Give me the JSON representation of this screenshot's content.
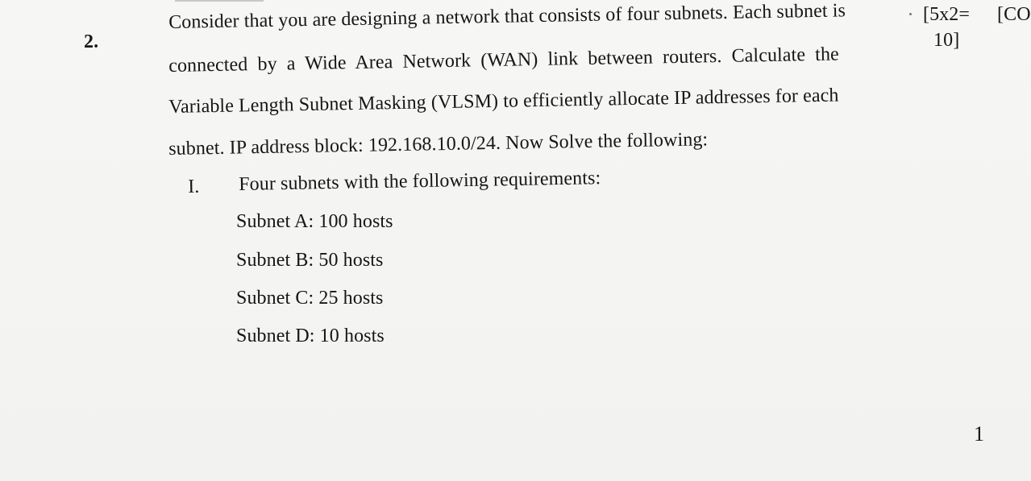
{
  "question": {
    "number": "2.",
    "lines": [
      "Consider that you are designing a network that consists of four subnets. Each subnet is",
      "connected by a Wide Area Network (WAN) link between routers. Calculate the",
      "Variable Length Subnet Masking (VLSM) to efficiently allocate IP addresses for each",
      "subnet. IP address block: 192.168.10.0/24. Now Solve the following:"
    ],
    "marks_line1": "[5x2=",
    "marks_line2": "10]",
    "co_label": "[CO"
  },
  "part": {
    "numeral": "I.",
    "title": "Four subnets with the following requirements:",
    "subnets": [
      "Subnet A: 100 hosts",
      "Subnet B: 50 hosts",
      "Subnet C: 25 hosts",
      "Subnet D: 10 hosts"
    ]
  },
  "page_number": "1"
}
